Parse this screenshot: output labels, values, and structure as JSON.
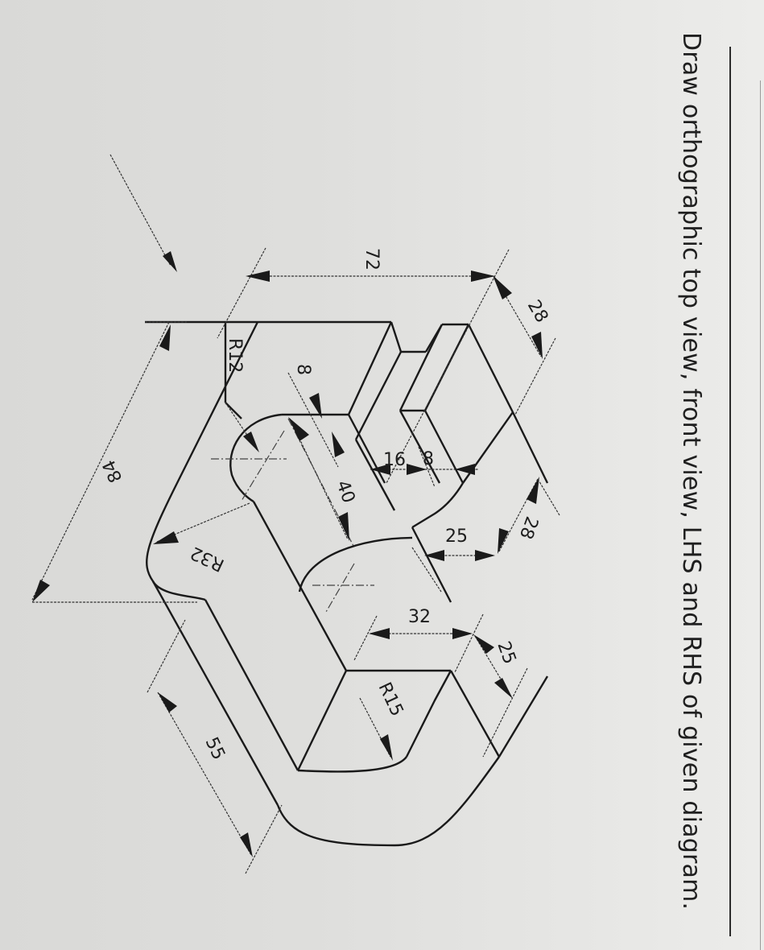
{
  "instruction": {
    "text": "Draw orthographic top view, front view, LHS and RHS of given diagram."
  },
  "drawing": {
    "type": "isometric engineering drawing",
    "orientation": "rotated 90 degrees clockwise",
    "view_direction_arrow": "front-view-direction",
    "dimensions": {
      "d72": "72",
      "d28_top": "28",
      "d28_side": "28",
      "d8_left": "8",
      "d16": "16",
      "d8_slot": "8",
      "d40": "40",
      "d25_upper": "25",
      "d32": "32",
      "d25_lower": "25",
      "r12": "R12",
      "r32": "R32",
      "r15": "R15",
      "d84": "84",
      "d55": "55"
    }
  }
}
